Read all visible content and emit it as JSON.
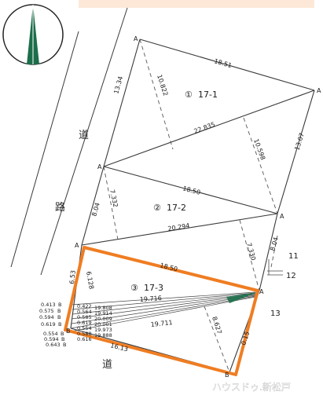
{
  "road_labels": [
    "道",
    "路",
    "道"
  ],
  "lots": [
    {
      "circle": "①",
      "label": "17-1"
    },
    {
      "circle": "②",
      "label": "17-2"
    },
    {
      "circle": "③",
      "label": "17-3"
    }
  ],
  "neighbor_lots": [
    "11",
    "12",
    "13"
  ],
  "point_labels": {
    "a": "A",
    "b": "B"
  },
  "dimensions": {
    "top_edge": "18.51",
    "left_upper": "13.34",
    "diag_upper": "10.822",
    "long_upper": "22.835",
    "right_upper": "13.07",
    "right_diag": "10.598",
    "mid_edge": "18.50",
    "left_mid": "8.04",
    "diag_mid": "7.332",
    "lower_edge": "20.294",
    "right_lower": "8.04",
    "right_diag_lower": "7.330",
    "bottom_edge": "18.50",
    "left_lower": "6.53",
    "left_lower_inner": "6.128",
    "fan_top": "19.716",
    "fan_low": "19.711",
    "fan_right": "8.627",
    "bottom_partial": "16.13",
    "right_small": "0.15"
  },
  "fan_left": [
    "0.413",
    "0.575",
    "0.594",
    "0.619",
    "0.554",
    "0.594",
    "0.643"
  ],
  "fan_mid": [
    "0.422",
    "0.564",
    "0.585",
    "0.619",
    "0.554",
    "0.588",
    "0.616"
  ],
  "fan_right": [
    "19.808",
    "19.914",
    "20.009",
    "20.001",
    "19.973",
    "19.888"
  ],
  "watermark": "ハウスドゥ.新松戸",
  "colors": {
    "highlight": "#ef7d22",
    "line": "#3a3a3a",
    "compass_fill": "#1c6e4a"
  },
  "icons": {
    "compass": "north-arrow-icon"
  }
}
